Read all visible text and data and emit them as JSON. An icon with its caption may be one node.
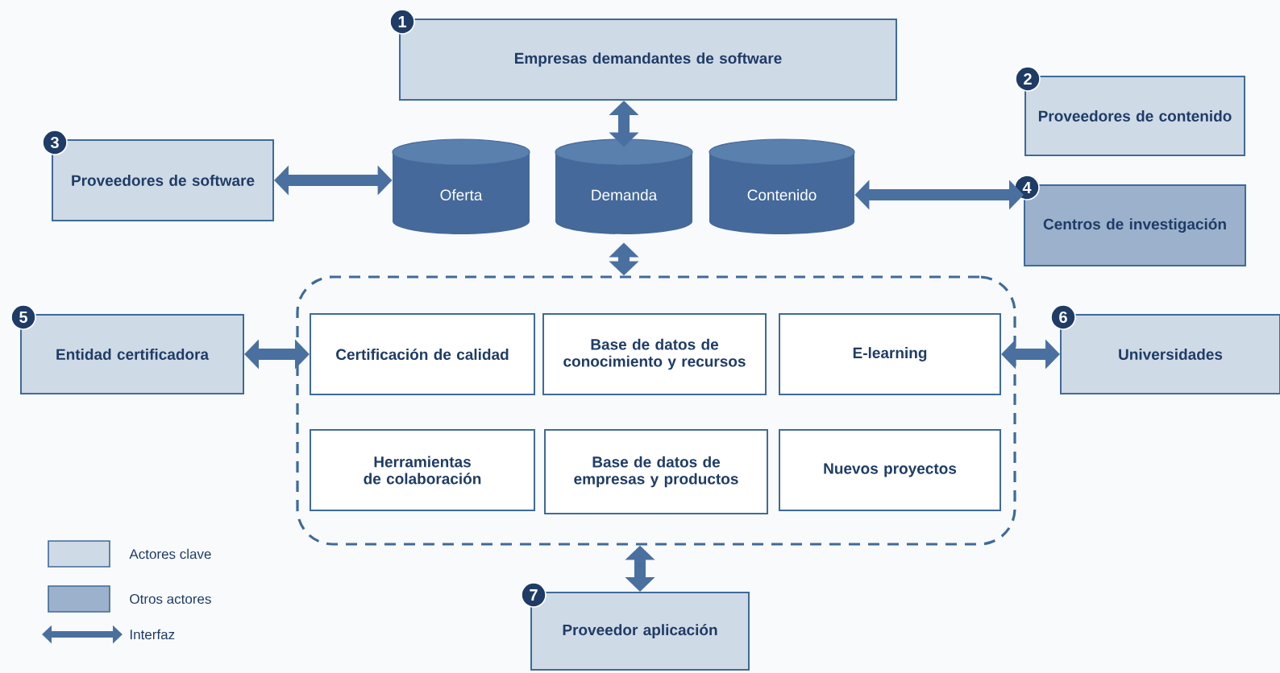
{
  "diagram": {
    "nodes": [
      {
        "text": [
          "1",
          "Empresas demandantes de software"
        ]
      },
      {
        "text": [
          "2",
          "Proveedores de contenido"
        ]
      },
      {
        "text": [
          "3",
          "Proveedores de software"
        ]
      },
      {
        "text": [
          "Oferta"
        ]
      },
      {
        "text": [
          "Demanda"
        ]
      },
      {
        "text": [
          "Contenido"
        ]
      },
      {
        "text": [
          "4",
          "Centros de investigación"
        ]
      },
      {
        "text": [
          "5",
          "Entidad certificadora"
        ]
      },
      {
        "text": [],
        "shape": "box"
      },
      {
        "text": [
          "Certificación de calidad"
        ],
        "in": 8
      },
      {
        "text": [
          "Base de datos de conocimiento y recursos"
        ],
        "in": 8
      },
      {
        "text": [
          "E-learning"
        ],
        "in": 8
      },
      {
        "text": [
          "Herramientas de colaboración"
        ],
        "in": 8
      },
      {
        "text": [
          "Base de datos de empresas y productos"
        ],
        "in": 8
      },
      {
        "text": [
          "Nuevos proyectos"
        ],
        "in": 8
      },
      {
        "text": [
          "6",
          "Universidades"
        ]
      },
      {
        "text": [
          "7",
          "Proveedor aplicación"
        ]
      }
    ],
    "edges": [
      {
        "from": 0,
        "to": 4,
        "arrow": "both"
      },
      {
        "from": 2,
        "to": 3,
        "arrow": "both"
      },
      {
        "from": 5,
        "to": 6,
        "arrow": "both"
      },
      {
        "from": 4,
        "to": 8,
        "arrow": "both"
      },
      {
        "from": 7,
        "to": 9,
        "arrow": "both"
      },
      {
        "from": 11,
        "to": 15,
        "arrow": "both"
      },
      {
        "from": 8,
        "to": 16,
        "arrow": "both"
      }
    ],
    "legend": [
      {
        "text": "Actores clave",
        "color": "#cfdae7"
      },
      {
        "text": "Otros actores",
        "color": "#9bb1cc"
      },
      {
        "text": "Interfaz"
      }
    ]
  }
}
